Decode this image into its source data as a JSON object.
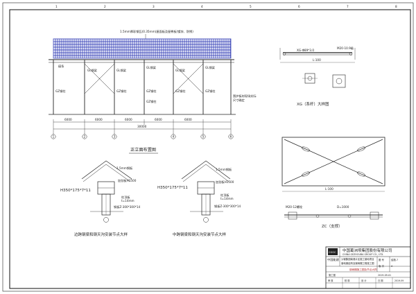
{
  "sheet": {
    "border_ticks": [
      "1",
      "2",
      "3",
      "4",
      "5",
      "6",
      "7",
      "8"
    ]
  },
  "elevation": {
    "title": "正立面布置图",
    "roof_note": "1.5mm厚彩钢瓦(0.35mm)屋面板及屋脊板(镀锌、防锈)",
    "left_label": "檩条",
    "frame_labels": [
      "GL钢梁",
      "GL钢梁",
      "GL钢梁",
      "GL钢梁",
      "GL钢梁"
    ],
    "column_labels": [
      "GZ钢柱",
      "GZ钢柱",
      "GZ钢柱",
      "GZ钢柱",
      "GZ钢柱",
      "GZ钢柱"
    ],
    "right_note_1": "围护板材现场实际",
    "right_note_2": "尺寸确定",
    "bay_dims": [
      "6000",
      "6000",
      "6000",
      "6000",
      "6000"
    ],
    "total_dim": "30000",
    "axes": [
      "1",
      "2",
      "3",
      "4",
      "5",
      "6"
    ]
  },
  "node_left": {
    "title": "边跨钢梁和钢天沟安装节点大样",
    "steel_label": "H350*175*7*11",
    "deck_label": "1.5mm钢板",
    "top_label": "加劲板H1500",
    "mid_label": "柱顶板",
    "mid_sub": "t=14mm",
    "base_label": "钢板Z-300*300*14"
  },
  "node_right": {
    "title": "中跨钢梁和钢天沟安装节点大样",
    "steel_label": "H350*175*7*11",
    "deck_label": "1.5mm钢板",
    "top_label": "加劲板H1500",
    "mid_label": "柱顶板",
    "mid_sub": "t=14mm",
    "base_label": "钢板Z-300*300*14"
  },
  "xg": {
    "title": "XG（系杆）大样图",
    "left_label": "XG-Φ89*3.0",
    "right_label": "M20-10.9级",
    "span_label": "L-100"
  },
  "zc": {
    "title": "ZC（支撑）",
    "span_label": "L-100",
    "left_dim": "M20-12螺栓",
    "right_dim": "D=1000"
  },
  "title_block": {
    "company_cn": "中国葛洲坝集团股份有限公司",
    "company_en": "CHINA GEZHOUBA GROUP CO., LTD.",
    "logo": "CGGC",
    "logo_sub": "中国能建",
    "project_1": "沙钢集团南港片区施工营地项目",
    "project_2": "营地钢结构及钢雨棚工程施工图",
    "drawing_no_label": "图 号",
    "drawing_no": "结施-7",
    "version_label": "版 次",
    "version": "A",
    "drawing_name": "钢雨棚施工图及节点大样",
    "sign_row": [
      "审 核",
      "校 核",
      "设 计",
      "日 期",
      "2019.09"
    ],
    "phase": "施工图",
    "date_code": "2019-09-01"
  }
}
